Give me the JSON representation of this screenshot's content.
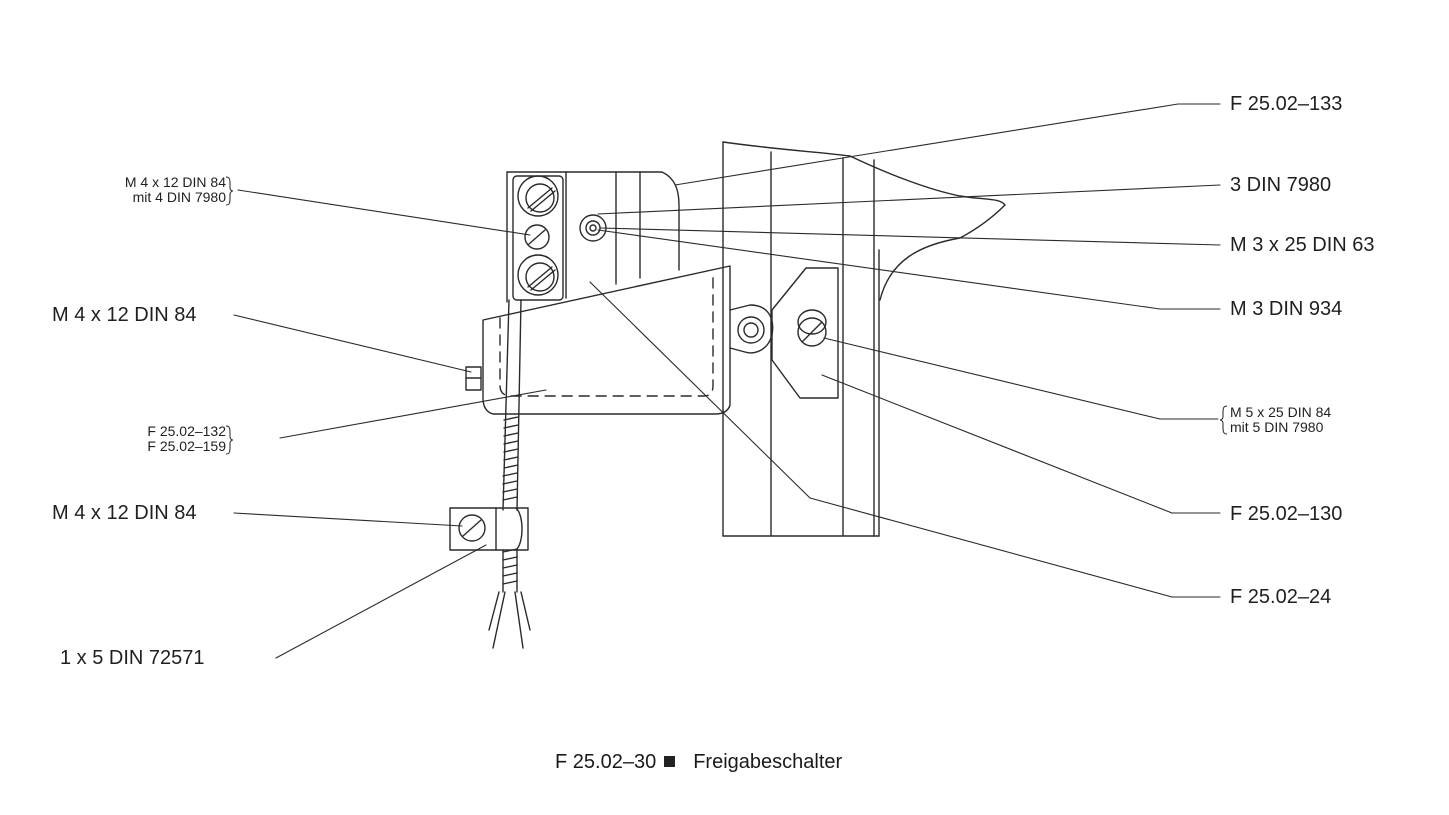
{
  "labels_left": {
    "m4x12_din84_top_line1": "M 4 x 12 DIN 84",
    "m4x12_din84_top_line2": "mit 4 DIN 7980",
    "m4x12_din84_mid": "M 4 x 12 DIN 84",
    "f2502_132": "F 25.02–132",
    "f2502_159": "F 25.02–159",
    "m4x12_din84_low": "M 4 x 12 DIN 84",
    "cable_1x5": "1 x 5 DIN 72571"
  },
  "labels_right": {
    "f2502_133": "F 25.02–133",
    "din7980": "3 DIN 7980",
    "m3x25_din63": "M 3 x 25 DIN 63",
    "m3_din934": "M 3 DIN 934",
    "m5x25_line1": "M 5 x 25 DIN 84",
    "m5x25_line2": "mit 5 DIN 7980",
    "f2502_130": "F 25.02–130",
    "f2502_24": "F 25.02–24"
  },
  "caption": {
    "code": "F 25.02–30",
    "title": "Freigabeschalter"
  }
}
